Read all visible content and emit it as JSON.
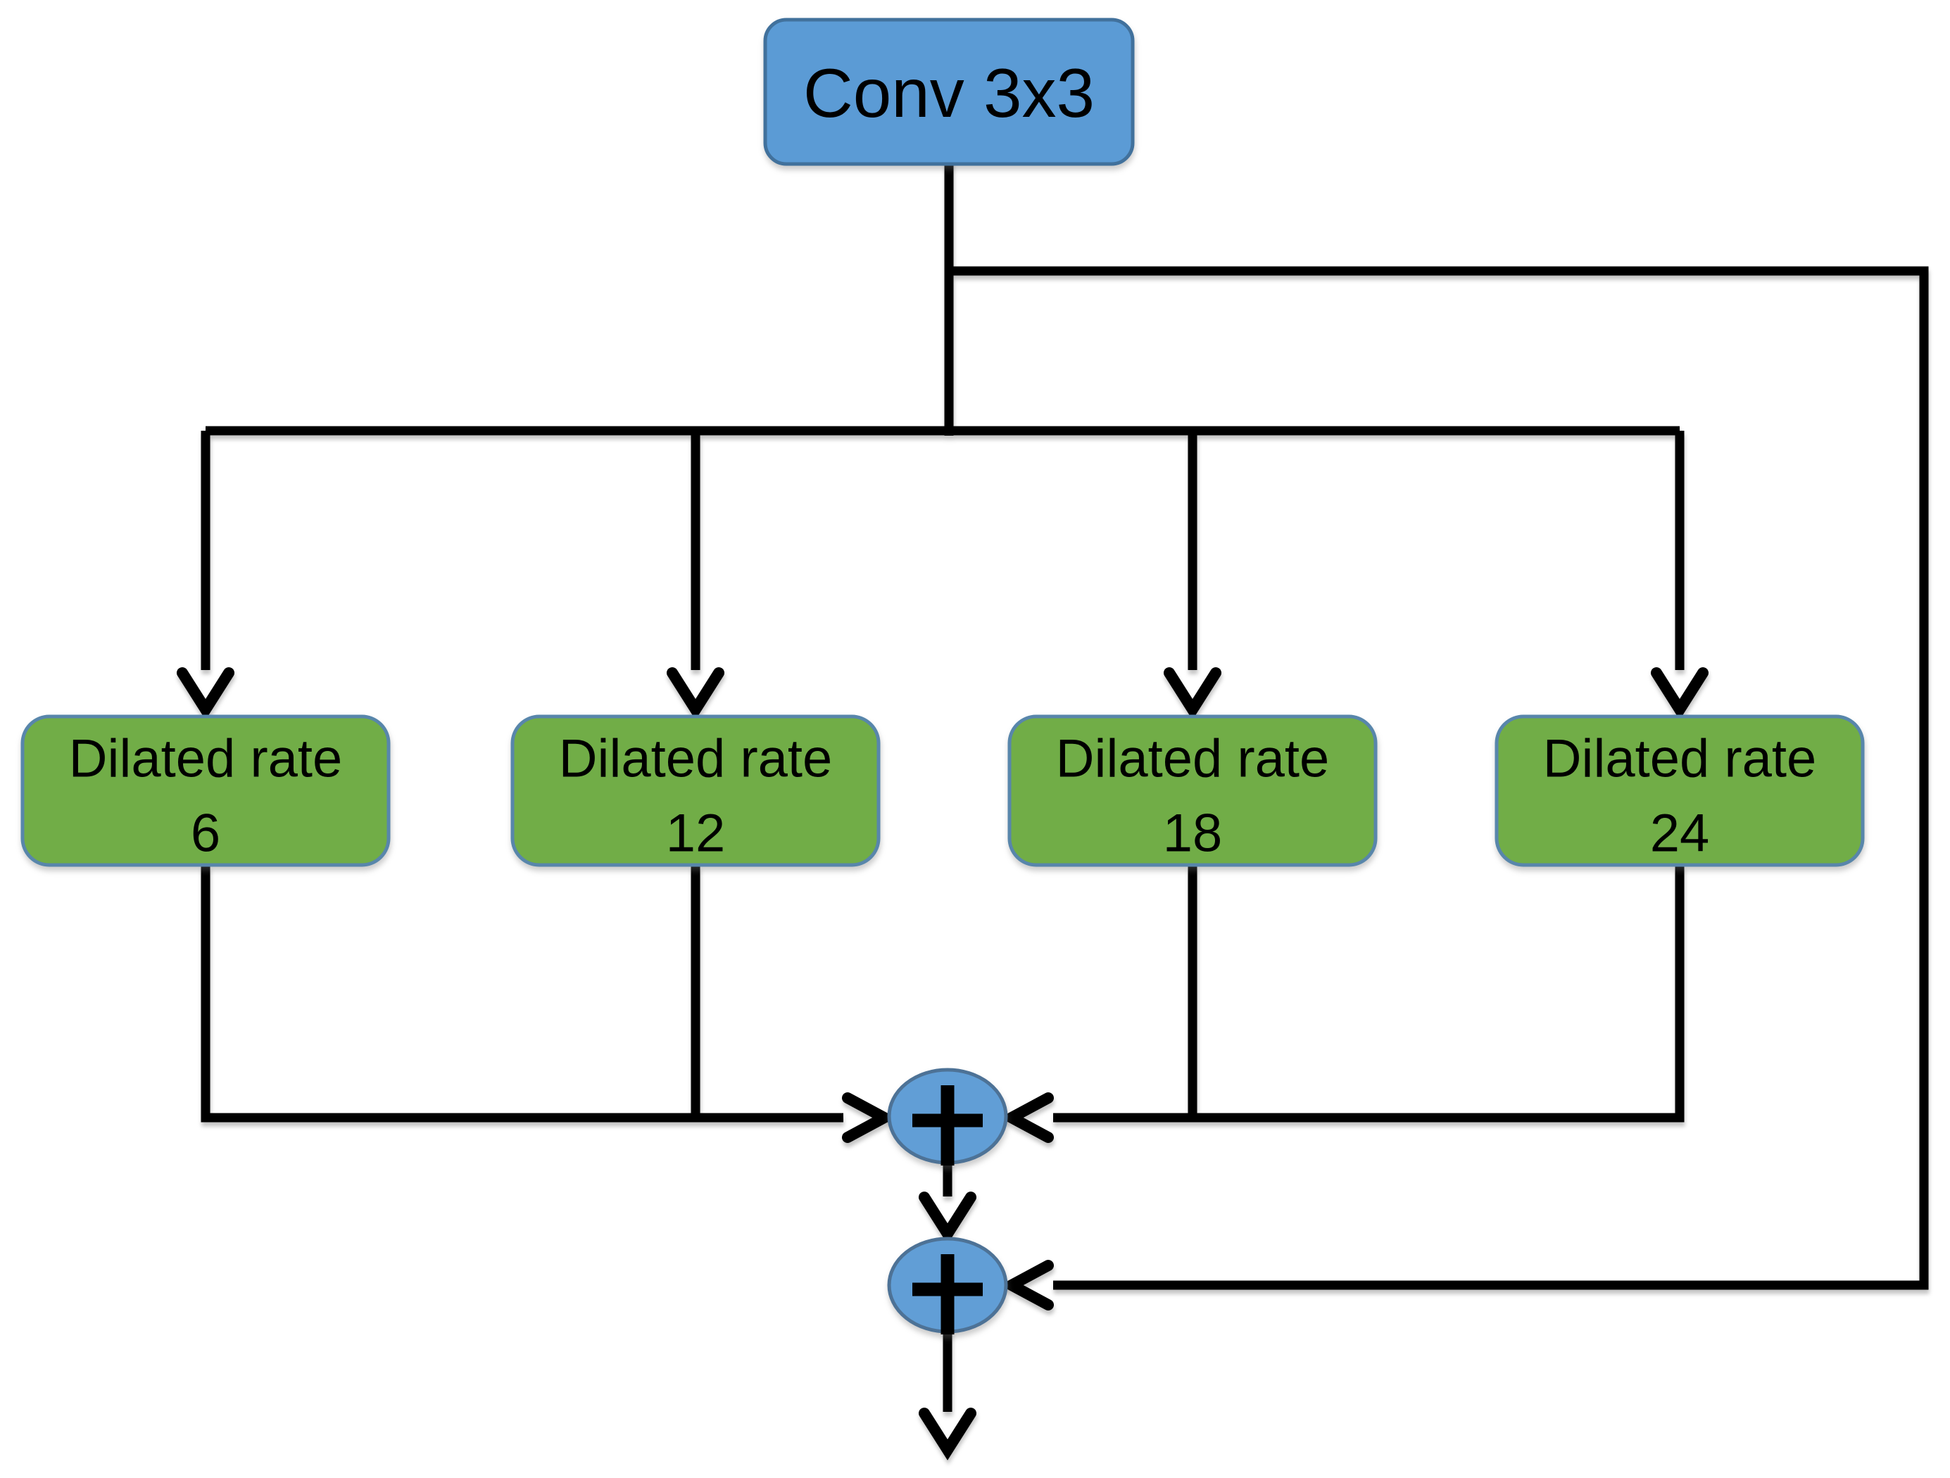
{
  "diagram": {
    "background": "#ffffff",
    "colors": {
      "line": "#000000",
      "text": "#000000",
      "conv_fill": "#5b9bd5",
      "conv_border": "#41719c",
      "branch_fill": "#71ad47",
      "branch_border": "#5886ab",
      "sum_fill": "#619ed6",
      "sum_border": "#4d7296"
    },
    "conv_node": {
      "label": "Conv 3x3"
    },
    "branch_nodes": [
      {
        "label_line1": "Dilated rate",
        "label_line2": "6"
      },
      {
        "label_line1": "Dilated rate",
        "label_line2": "12"
      },
      {
        "label_line1": "Dilated rate",
        "label_line2": "18"
      },
      {
        "label_line1": "Dilated rate",
        "label_line2": "24"
      }
    ],
    "sum_nodes": [
      {
        "symbol": "+"
      },
      {
        "symbol": "+"
      }
    ]
  }
}
